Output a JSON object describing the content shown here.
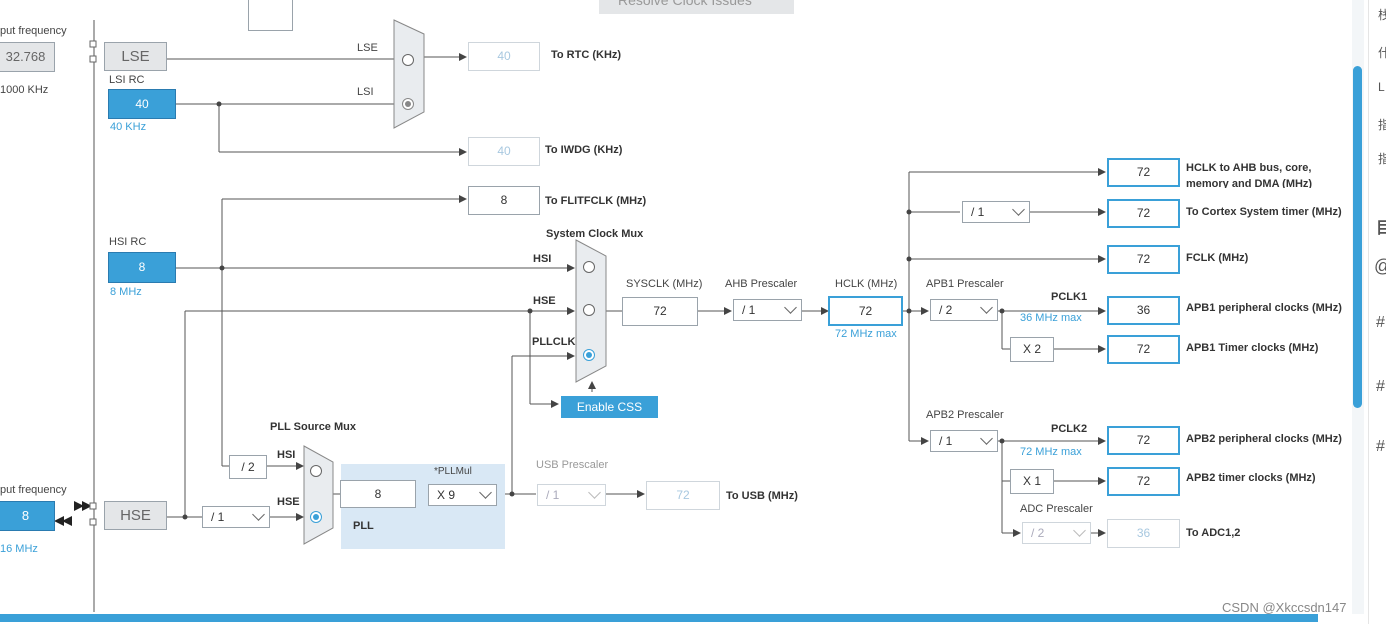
{
  "toolbar": {
    "resolve_label": "Resolve Clock Issues"
  },
  "left": {
    "input_freq_label_top": "put frequency",
    "lse_value": "32.768",
    "range_top": "1000 KHz",
    "input_freq_label_bottom": "put frequency",
    "hse_value": "8",
    "range_bottom": "16 MHz"
  },
  "lse": {
    "label": "LSE"
  },
  "lsi": {
    "title": "LSI RC",
    "value": "40",
    "unit": "40 KHz"
  },
  "hsi": {
    "title": "HSI RC",
    "value": "8",
    "unit": "8 MHz"
  },
  "hse": {
    "label": "HSE"
  },
  "rtc_mux": {
    "in_lse": "LSE",
    "in_lsi": "LSI"
  },
  "rtc": {
    "value": "40",
    "label": "To RTC (KHz)"
  },
  "iwdg": {
    "value": "40",
    "label": "To IWDG (KHz)"
  },
  "flitf": {
    "value": "8",
    "label": "To FLITFCLK (MHz)"
  },
  "sysmux": {
    "title": "System Clock Mux",
    "in_hsi": "HSI",
    "in_hse": "HSE",
    "in_pll": "PLLCLK",
    "css_button": "Enable CSS"
  },
  "sysclk": {
    "label": "SYSCLK (MHz)",
    "value": "72"
  },
  "ahb": {
    "label": "AHB Prescaler",
    "value": "/ 1"
  },
  "hclk": {
    "label": "HCLK (MHz)",
    "value": "72",
    "max": "72 MHz max"
  },
  "apb1": {
    "label": "APB1 Prescaler",
    "value": "/ 2",
    "pclk": "PCLK1",
    "max": "36 MHz max",
    "timer_mult": "X 2"
  },
  "apb2": {
    "label": "APB2 Prescaler",
    "value": "/ 1",
    "pclk": "PCLK2",
    "max": "72 MHz max",
    "timer_mult": "X 1"
  },
  "adc": {
    "label": "ADC Prescaler",
    "value": "/ 2",
    "out_value": "36",
    "out_label": "To ADC1,2"
  },
  "cortex_div": "/ 1",
  "outputs": [
    {
      "value": "72",
      "label": "HCLK to AHB bus, core,"
    },
    {
      "value": "72",
      "label": "To Cortex System timer (MHz)"
    },
    {
      "value": "72",
      "label": "FCLK (MHz)"
    },
    {
      "value": "36",
      "label": "APB1 peripheral clocks (MHz)"
    },
    {
      "value": "72",
      "label": "APB1 Timer clocks (MHz)"
    },
    {
      "value": "72",
      "label": "APB2 peripheral clocks (MHz)"
    },
    {
      "value": "72",
      "label": "APB2 timer clocks (MHz)"
    }
  ],
  "hclk_label_line2": "memory and DMA (MHz)",
  "pllmux": {
    "title": "PLL Source Mux",
    "in_hsi": "HSI",
    "in_hse": "HSE",
    "hsi_div": "/ 2",
    "hse_div": "/ 1"
  },
  "pll": {
    "value": "8",
    "mul_label": "*PLLMul",
    "mul_value": "X 9",
    "label": "PLL"
  },
  "usb": {
    "label": "USB Prescaler",
    "div": "/ 1",
    "value": "72",
    "out_label": "To USB (MHz)"
  },
  "right_panel": [
    "栈",
    "什",
    "L",
    "指",
    "指",
    "目",
    "@",
    "#",
    "#",
    "#"
  ],
  "watermark": "CSDN @Xkccsdn147"
}
